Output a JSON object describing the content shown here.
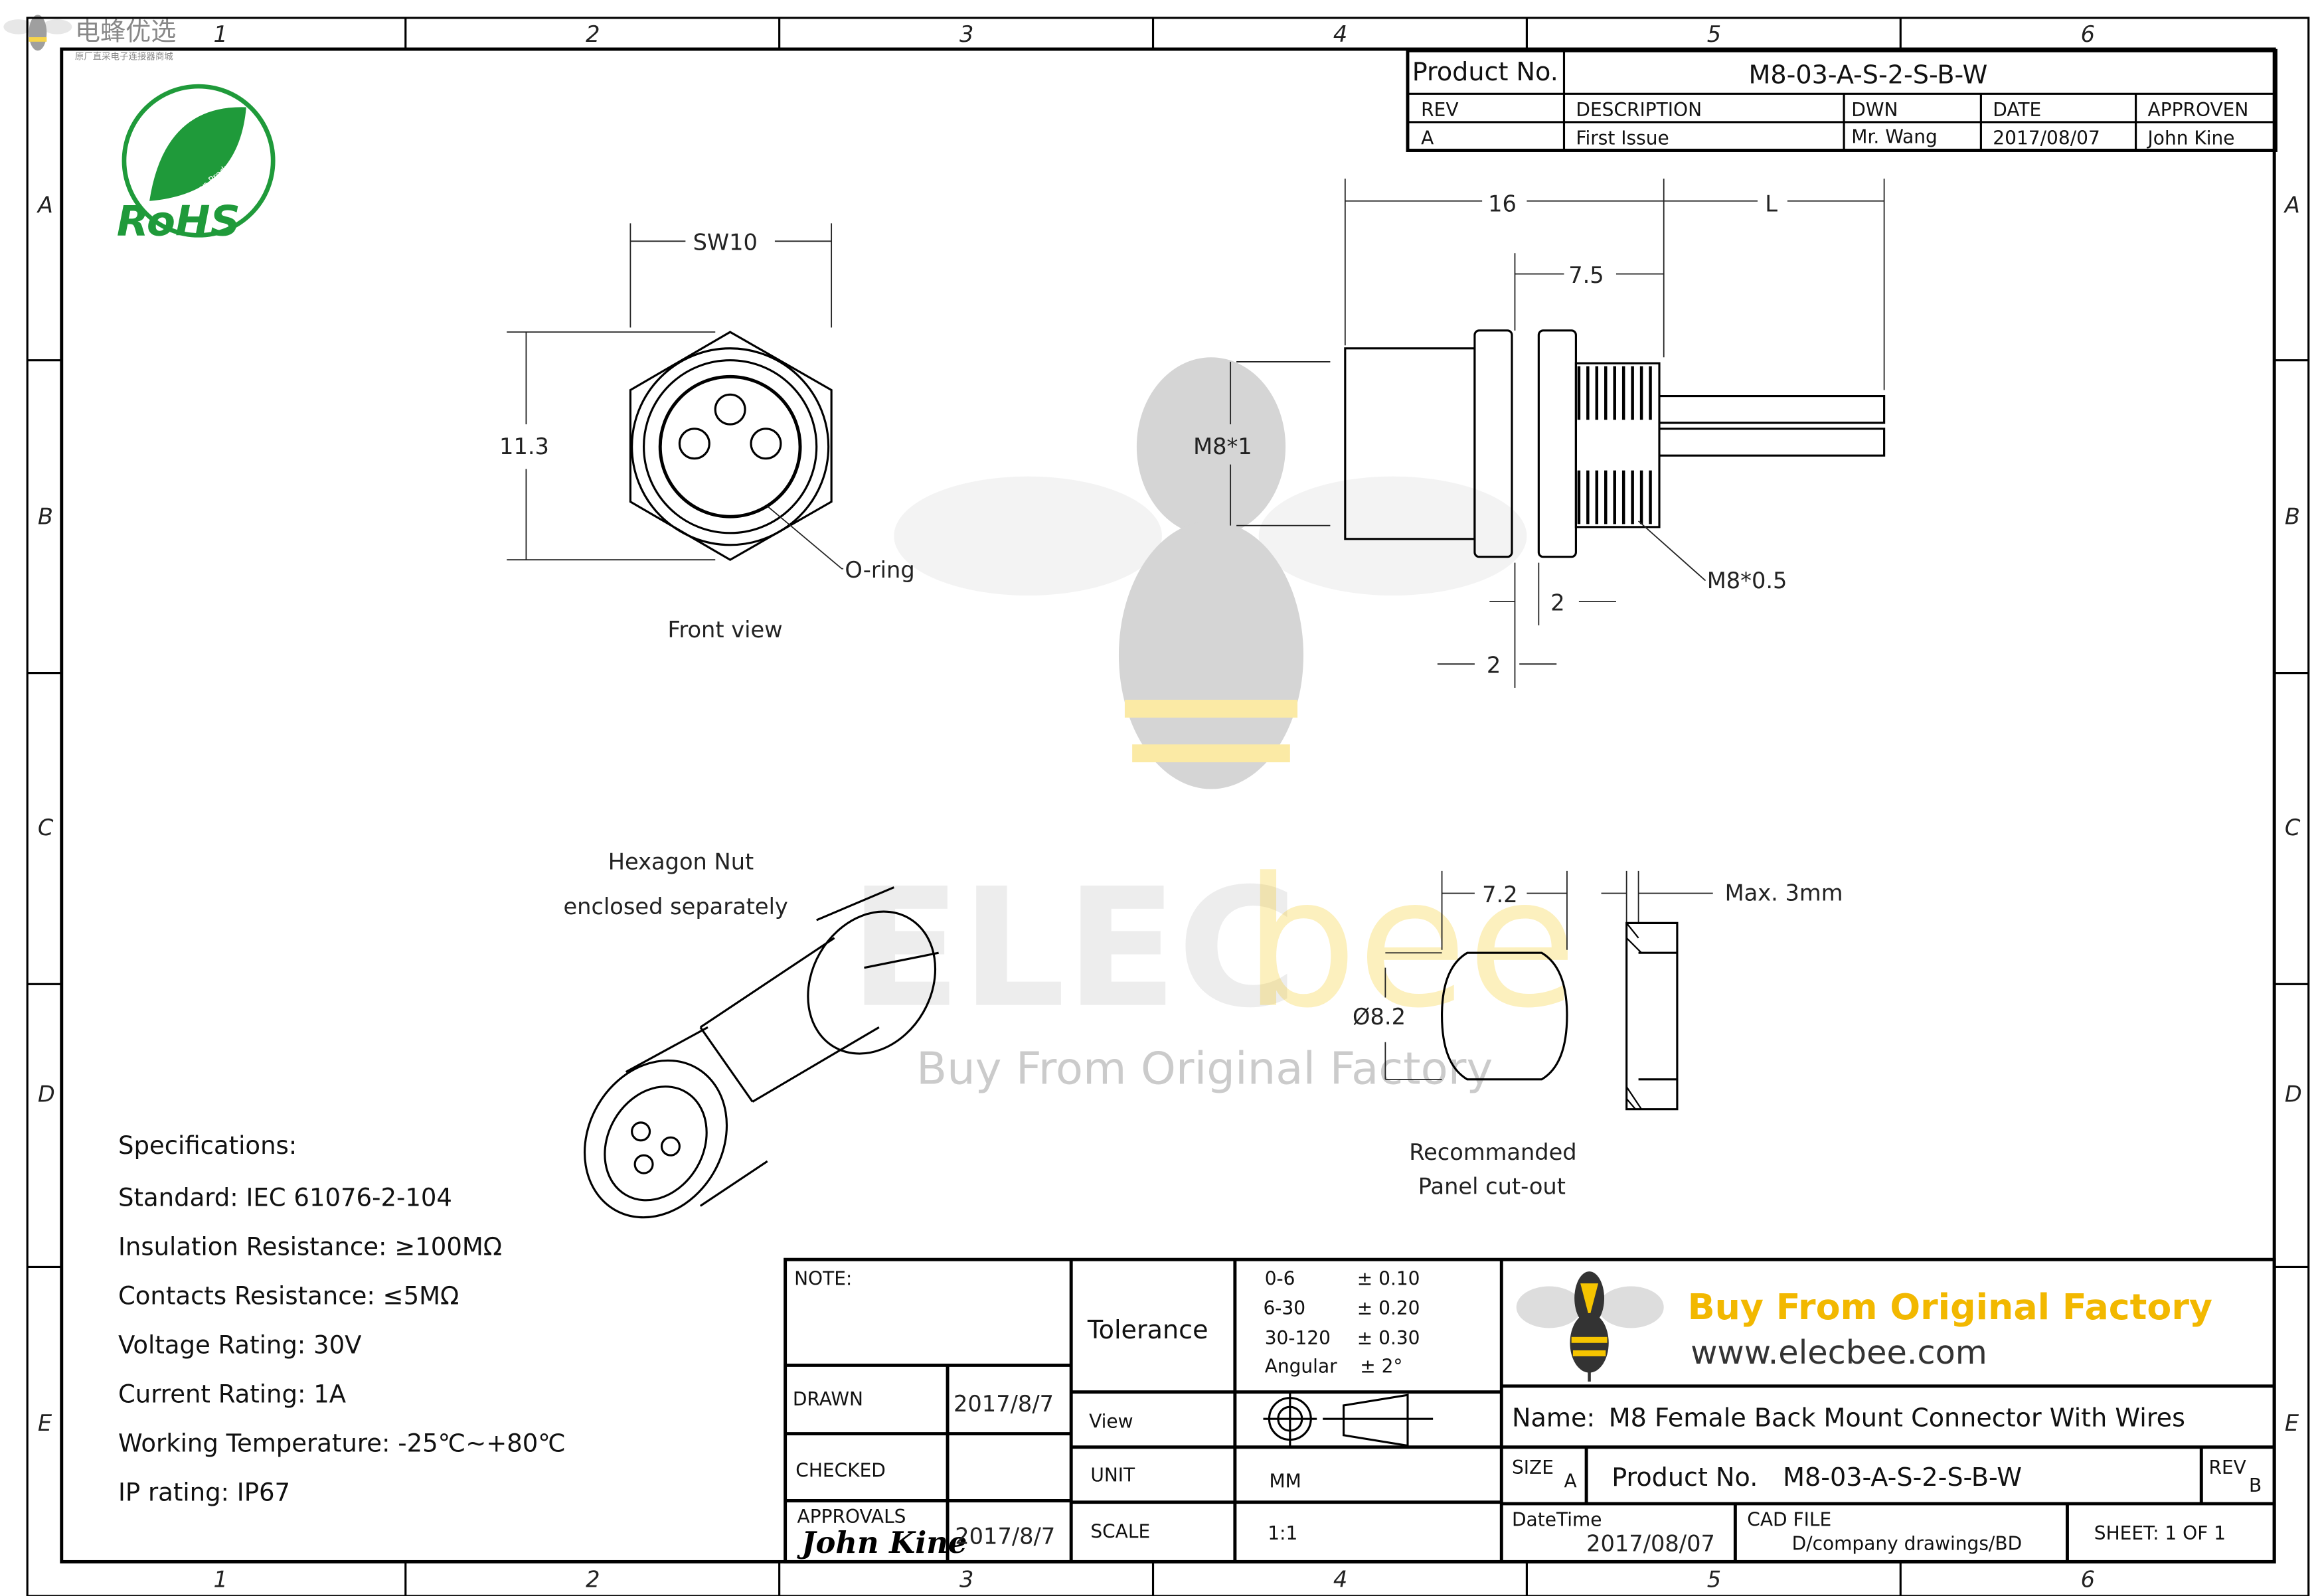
{
  "watermark": {
    "brand_cn": "电蜂优选",
    "tagline_cn": "原厂直采电子连接器商城",
    "logo_text": "ELECbee",
    "slogan": "Buy From Original Factory"
  },
  "frame": {
    "columns": [
      "1",
      "2",
      "3",
      "4",
      "5",
      "6"
    ],
    "rows": [
      "A",
      "B",
      "C",
      "D",
      "E"
    ]
  },
  "rohs": {
    "text": "RoHS",
    "sub": "Green Product"
  },
  "revision_table": {
    "product_no_label": "Product No.",
    "product_no": "M8-03-A-S-2-S-B-W",
    "headers": [
      "REV",
      "DESCRIPTION",
      "DWN",
      "DATE",
      "APPROVEN"
    ],
    "row": [
      "A",
      "First Issue",
      "Mr. Wang",
      "2017/08/07",
      "John Kine"
    ]
  },
  "front_view": {
    "sw": "SW10",
    "height": "11.3",
    "oring": "O-ring",
    "caption": "Front view"
  },
  "side_view": {
    "d16": "16",
    "dL": "L",
    "d75": "7.5",
    "thread1": "M8*1",
    "thread2": "M8*0.5",
    "d2a": "2",
    "d2b": "2"
  },
  "iso_view": {
    "caption1": "Hexagon Nut",
    "caption2": "enclosed separately"
  },
  "cutout": {
    "width": "7.2",
    "diameter": "Ø8.2",
    "max": "Max. 3mm",
    "caption1": "Recommanded",
    "caption2": "Panel cut-out"
  },
  "specs": {
    "title": "Specifications:",
    "items": [
      "Standard: IEC 61076-2-104",
      "Insulation Resistance: ≥100MΩ",
      "Contacts Resistance: ≤5MΩ",
      "Voltage Rating: 30V",
      "Current Rating: 1A",
      "Working Temperature: -25℃~+80℃",
      "IP rating: IP67"
    ]
  },
  "title_block": {
    "note_label": "NOTE:",
    "drawn_label": "DRAWN",
    "drawn_date": "2017/8/7",
    "checked_label": "CHECKED",
    "approvals_label": "APPROVALS",
    "approvals_signature": "John Kine",
    "approvals_date": "2017/8/7",
    "tolerance_label": "Tolerance",
    "tolerances": [
      [
        "0-6",
        "± 0.10"
      ],
      [
        "6-30",
        "± 0.20"
      ],
      [
        "30-120",
        "± 0.30"
      ],
      [
        "Angular",
        "± 2°"
      ]
    ],
    "view_label": "View",
    "unit_label": "UNIT",
    "unit": "MM",
    "scale_label": "SCALE",
    "scale": "1:1",
    "slogan": "Buy From Original Factory",
    "website": "www.elecbee.com",
    "name_label": "Name:",
    "name": "M8 Female Back Mount Connector With Wires",
    "size_label": "SIZE",
    "size": "A",
    "product_no_label": "Product No.",
    "product_no": "M8-03-A-S-2-S-B-W",
    "rev_label": "REV",
    "rev": "B",
    "datetime_label": "DateTime",
    "datetime": "2017/08/07",
    "cad_label": "CAD FILE",
    "cad": "D/company drawings/BD",
    "sheet": "SHEET:  1 OF  1"
  },
  "colors": {
    "rohs_green": "#1f9a3a",
    "bee_yellow": "#f5c400",
    "slogan_yellow": "#f2b800"
  }
}
